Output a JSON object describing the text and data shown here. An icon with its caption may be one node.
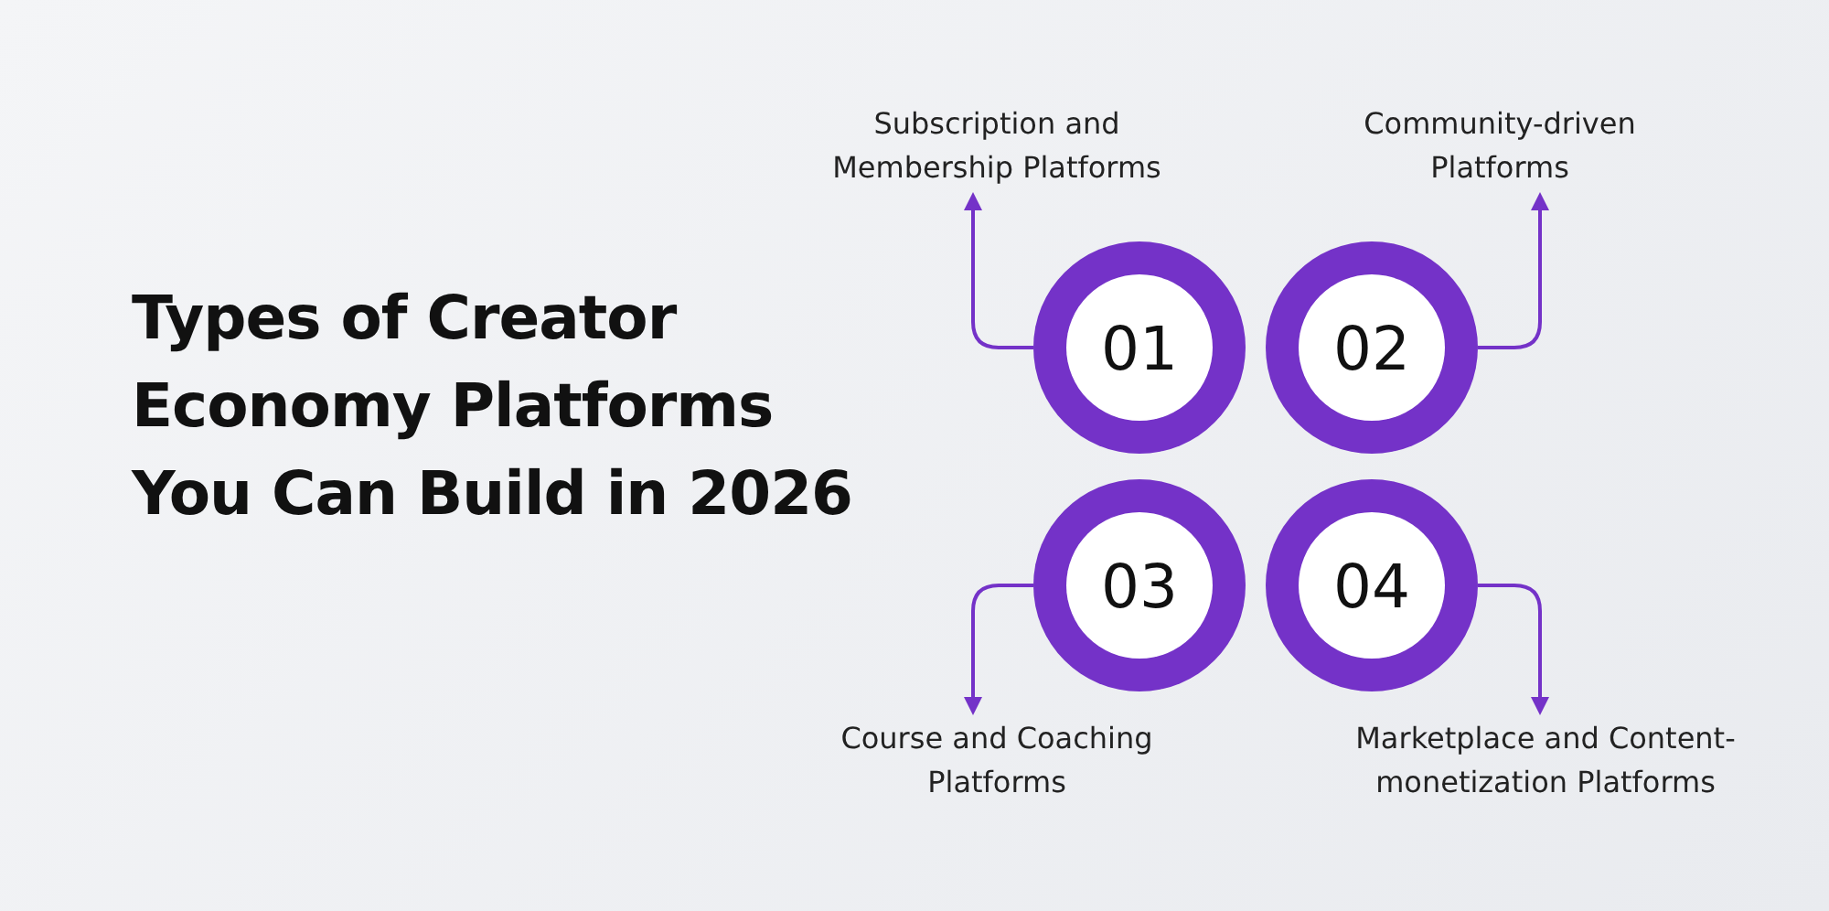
{
  "diagram": {
    "title": "Types of Creator Economy Platforms You Can Build in 2026",
    "nodes": [
      {
        "text": [
          "01"
        ]
      },
      {
        "text": [
          "02"
        ]
      },
      {
        "text": [
          "03"
        ]
      },
      {
        "text": [
          "04"
        ]
      },
      {
        "text": [
          "Subscription and Membership Platforms"
        ]
      },
      {
        "text": [
          "Community-driven Platforms"
        ]
      },
      {
        "text": [
          "Course and Coaching Platforms"
        ]
      },
      {
        "text": [
          "Marketplace and Content-monetization Platforms"
        ]
      }
    ],
    "edges": [
      {
        "from": 0,
        "to": 4,
        "arrow": "to"
      },
      {
        "from": 1,
        "to": 5,
        "arrow": "to"
      },
      {
        "from": 2,
        "to": 6,
        "arrow": "to"
      },
      {
        "from": 3,
        "to": 7,
        "arrow": "to"
      }
    ]
  }
}
